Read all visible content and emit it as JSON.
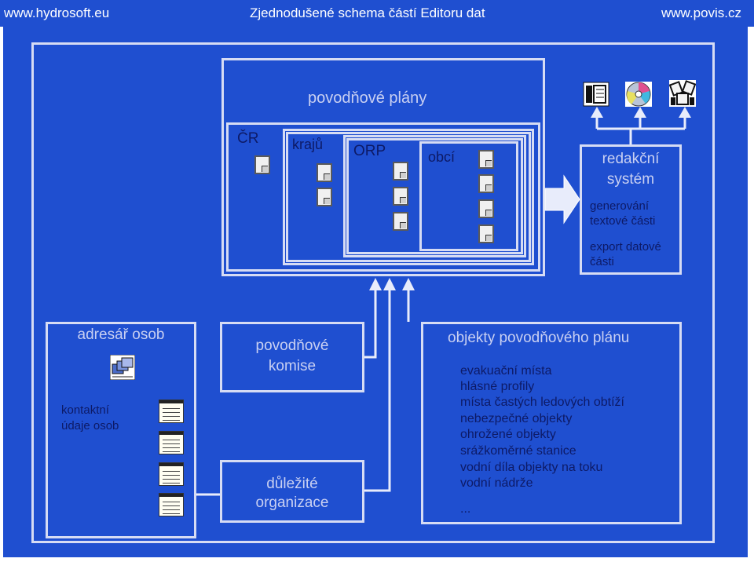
{
  "header": {
    "left": "www.hydrosoft.eu",
    "title": "Zjednodušené schema částí Editoru dat",
    "right": "www.povis.cz"
  },
  "plans": {
    "title": "povodňové plány",
    "levels": [
      "ČR",
      "krajů",
      "ORP",
      "obcí"
    ]
  },
  "editorial": {
    "title_line1": "redakční",
    "title_line2": "systém",
    "gen_line1": "generování",
    "gen_line2": "textové části",
    "export_line1": "export datové",
    "export_line2": "části",
    "output_icons": [
      "book-icon",
      "cd-icon",
      "printer-icon"
    ]
  },
  "address": {
    "title": "adresář osob",
    "contact_line1": "kontaktní",
    "contact_line2": "údaje osob"
  },
  "commission": {
    "line1": "povodňové",
    "line2": "komise"
  },
  "organizations": {
    "line1": "důležité",
    "line2": "organizace"
  },
  "objects": {
    "title": "objekty povodňového plánu",
    "items": [
      "evakuační místa",
      "hlásné profily",
      "místa častých ledových obtíží",
      "nebezpečné objekty",
      "ohrožené objekty",
      "srážkoměrné stanice",
      "vodní díla  objekty na toku",
      "vodní nádrže",
      "..."
    ]
  },
  "colors": {
    "background": "#1f4fd0",
    "frame": "#d6dcf4",
    "text_light": "#c9d0f2",
    "text_dark": "#0d1a66"
  }
}
